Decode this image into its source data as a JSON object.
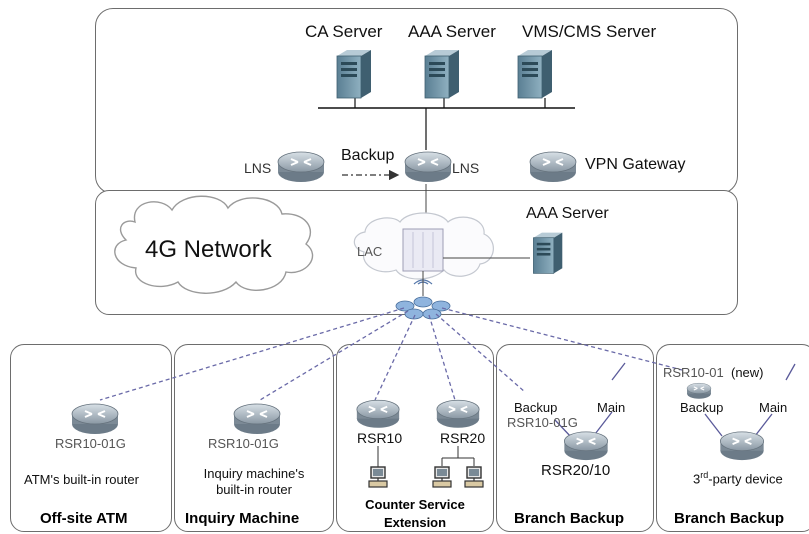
{
  "top": {
    "servers": [
      "CA Server",
      "AAA Server",
      "VMS/CMS Server"
    ],
    "lns_left": "LNS",
    "backup": "Backup",
    "lns_right": "LNS",
    "vpn_gateway": "VPN Gateway"
  },
  "middle": {
    "network": "4G Network",
    "lac": "LAC",
    "aaa_server": "AAA Server"
  },
  "panels": {
    "atm": {
      "device": "RSR10-01G",
      "desc": "ATM's built-in router",
      "title": "Off-site ATM"
    },
    "inquiry": {
      "device": "RSR10-01G",
      "desc_line1": "Inquiry machine's",
      "desc_line2": "built-in router",
      "title": "Inquiry Machine"
    },
    "counter": {
      "device_a": "RSR10",
      "device_b": "RSR20",
      "title_line1": "Counter Service",
      "title_line2": "Extension"
    },
    "branch1": {
      "backup": "Backup",
      "main": "Main",
      "device_small": "RSR10-01G",
      "device": "RSR20/10",
      "title": "Branch Backup"
    },
    "branch2": {
      "device_small": "RSR10-01",
      "new_tag": "(new)",
      "backup": "Backup",
      "main": "Main",
      "third_party_pre": "3",
      "third_party_sup": "rd",
      "third_party_post": "-party device",
      "title": "Branch Backup"
    }
  }
}
